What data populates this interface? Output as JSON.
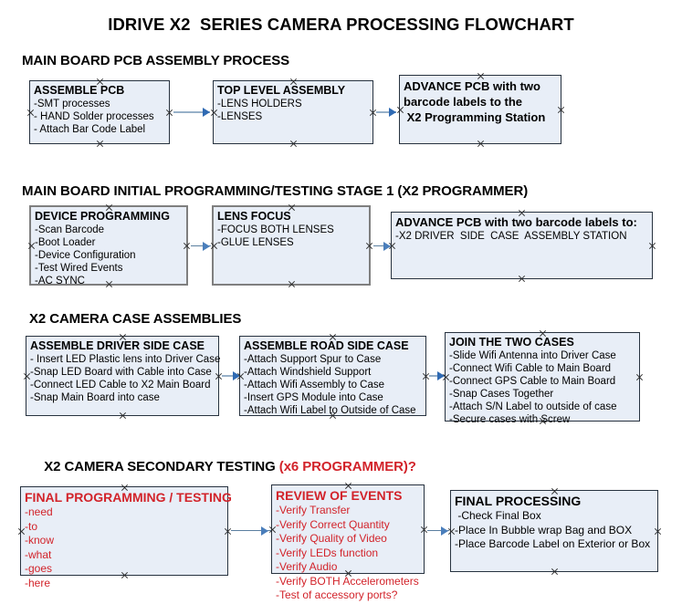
{
  "document": {
    "title": "IDRIVE X2  SERIES CAMERA PROCESSING FLOWCHART"
  },
  "colors": {
    "box_fill": "#e8eef7",
    "box_border": "#27323f",
    "grey_border": "#7f7f7f",
    "red_text": "#d2232a",
    "connector": "#97b0c8",
    "arrowhead": "#2f6ab3"
  },
  "sections": [
    {
      "id": "s1",
      "label": "MAIN BOARD PCB ASSEMBLY PROCESS"
    },
    {
      "id": "s2",
      "label": "MAIN BOARD INITIAL PROGRAMMING/TESTING STAGE 1 (X2 PROGRAMMER)"
    },
    {
      "id": "s3",
      "label": "X2 CAMERA CASE ASSEMBLIES"
    },
    {
      "id": "s4",
      "label": "X2 CAMERA SECONDARY TESTING ",
      "label_red": "(x6 PROGRAMMER)?"
    }
  ],
  "nodes": {
    "assemble_pcb": {
      "title": "ASSEMBLE PCB",
      "lines": [
        "-SMT processes",
        "- HAND Solder processes",
        "- Attach Bar Code Label"
      ]
    },
    "top_level_assembly": {
      "title": "TOP LEVEL ASSEMBLY",
      "lines": [
        "-LENS HOLDERS",
        "-LENSES"
      ]
    },
    "advance_pcb_station": {
      "title_lines": [
        "ADVANCE PCB with two",
        "barcode labels to the",
        " X2 Programming Station"
      ]
    },
    "device_programming": {
      "title": "DEVICE PROGRAMMING",
      "lines": [
        "-Scan Barcode",
        "-Boot Loader",
        "-Device Configuration",
        "-Test Wired Events",
        "-AC SYNC"
      ]
    },
    "lens_focus": {
      "title": "LENS FOCUS",
      "lines": [
        "-FOCUS BOTH LENSES",
        "-GLUE LENSES"
      ]
    },
    "advance_pcb_driver_case": {
      "title": "ADVANCE PCB with two barcode labels to:",
      "lines": [
        "-X2 DRIVER  SIDE  CASE  ASSEMBLY STATION"
      ]
    },
    "assemble_driver_side_case": {
      "title": "ASSEMBLE DRIVER SIDE CASE",
      "lines": [
        "- Insert LED Plastic lens into Driver Case",
        "-Snap LED Board with Cable into Case",
        "-Connect LED Cable to X2 Main Board",
        "-Snap Main Board into case"
      ]
    },
    "assemble_road_side_case": {
      "title": "ASSEMBLE ROAD SIDE CASE",
      "lines": [
        "-Attach Support Spur to Case",
        "-Attach Windshield Support",
        "-Attach Wifi Assembly to Case",
        "-Insert GPS Module into Case",
        "-Attach Wifi Label to Outside of Case"
      ]
    },
    "join_the_two_cases": {
      "title": "JOIN THE TWO CASES",
      "lines": [
        "-Slide Wifi Antenna into Driver Case",
        "-Connect Wifi Cable to Main Board",
        "-Connect GPS Cable to Main Board",
        "-Snap Cases Together",
        "-Attach S/N Label to outside of case",
        "-Secure cases with Screw"
      ]
    },
    "final_programming_testing": {
      "title": "FINAL PROGRAMMING / TESTING",
      "lines": [
        "-need",
        "-to",
        "-know",
        "-what",
        "-goes",
        "-here"
      ]
    },
    "review_of_events": {
      "title": "REVIEW OF EVENTS",
      "lines": [
        "-Verify Transfer",
        "-Verify Correct Quantity",
        "-Verify Quality of Video",
        "-Verify LEDs function",
        "-Verify Audio",
        "-Verify BOTH Accelerometers",
        "-Test of accessory ports?"
      ]
    },
    "final_processing": {
      "title": "FINAL PROCESSING",
      "lines": [
        " -Check Final Box",
        "-Place In Bubble wrap Bag and BOX",
        "-Place Barcode Label on Exterior or Box"
      ]
    }
  }
}
